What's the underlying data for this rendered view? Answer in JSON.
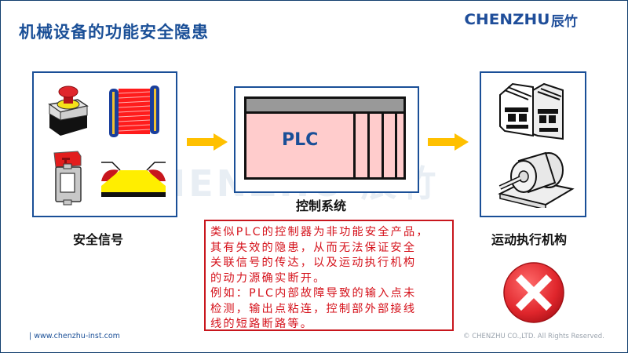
{
  "page": {
    "title": "机械设备的功能安全隐患",
    "logo": {
      "en": "CHENZHU",
      "cn": "辰竹"
    },
    "watermark": "CHENZHU 辰竹"
  },
  "diagram": {
    "input_block": {
      "label": "安全信号",
      "icons": [
        "emergency-stop-button-icon",
        "light-curtain-icon",
        "safety-interlock-switch-icon",
        "safety-mat-icon"
      ]
    },
    "control_block": {
      "label": "控制系统",
      "device_label": "PLC",
      "colors": {
        "body": "#ffcccc",
        "header": "#999999",
        "text": "#1a4f97"
      }
    },
    "output_block": {
      "label": "运动执行机构",
      "icons": [
        "contactor-icon",
        "motor-icon"
      ]
    },
    "arrows": [
      "input-to-control",
      "control-to-output"
    ],
    "status_icon": "error-x-icon"
  },
  "note": {
    "lines": [
      "类似PLC的控制器为非功能安全产品，",
      "其有失效的隐患，从而无法保证安全",
      "关联信号的传达，以及运动执行机构",
      "的动力源确实断开。",
      "例如：PLC内部故障导致的输入点未",
      "检测，输出点粘连，控制部外部接线",
      "线的短路断路等。"
    ]
  },
  "footer": {
    "url": "| www.chenzhu-inst.com",
    "copyright": "© CHENZHU CO.,LTD. All Rights Reserved."
  },
  "colors": {
    "brand": "#1a4f97",
    "arrow": "#ffc000",
    "alert": "#d5121b"
  }
}
